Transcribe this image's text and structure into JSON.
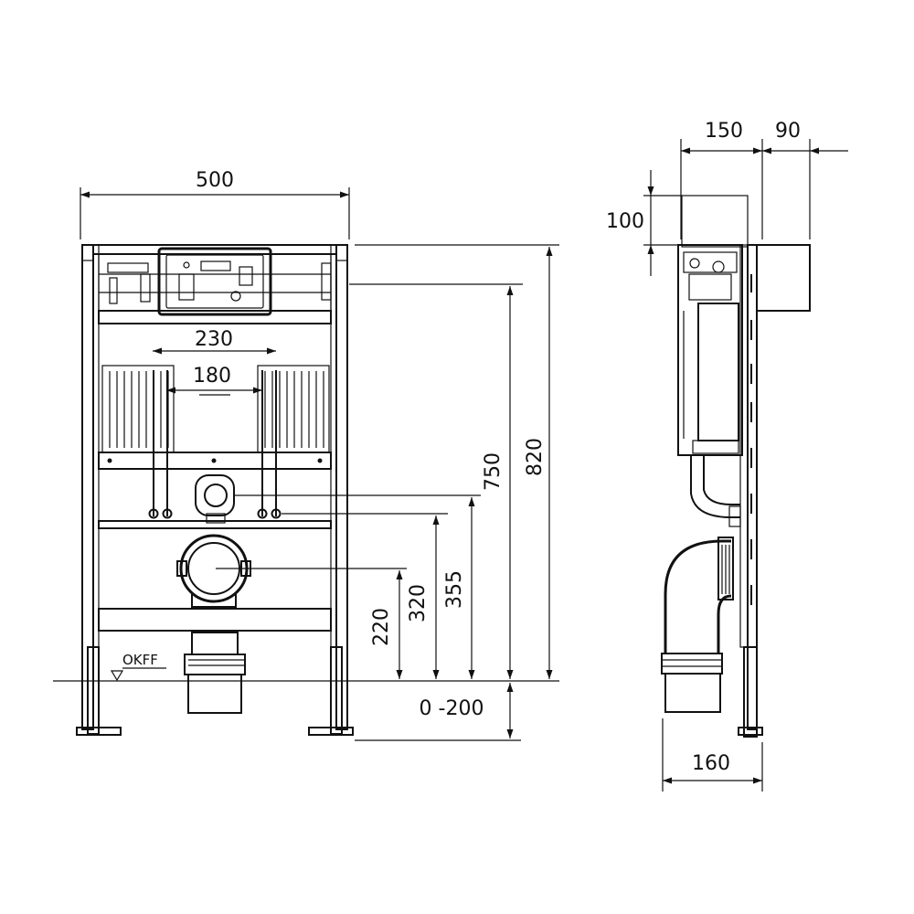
{
  "dimensions": {
    "frame_width": "500",
    "outer_bracket": "230",
    "inner_bracket": "180",
    "height_750": "750",
    "height_820": "820",
    "height_355": "355",
    "height_320": "320",
    "height_220": "220",
    "floor_adjust": "0 -200",
    "side_depth_150": "150",
    "side_depth_90": "90",
    "side_top_100": "100",
    "side_bottom_160": "160"
  },
  "labels": {
    "floor_level": "OKFF"
  }
}
